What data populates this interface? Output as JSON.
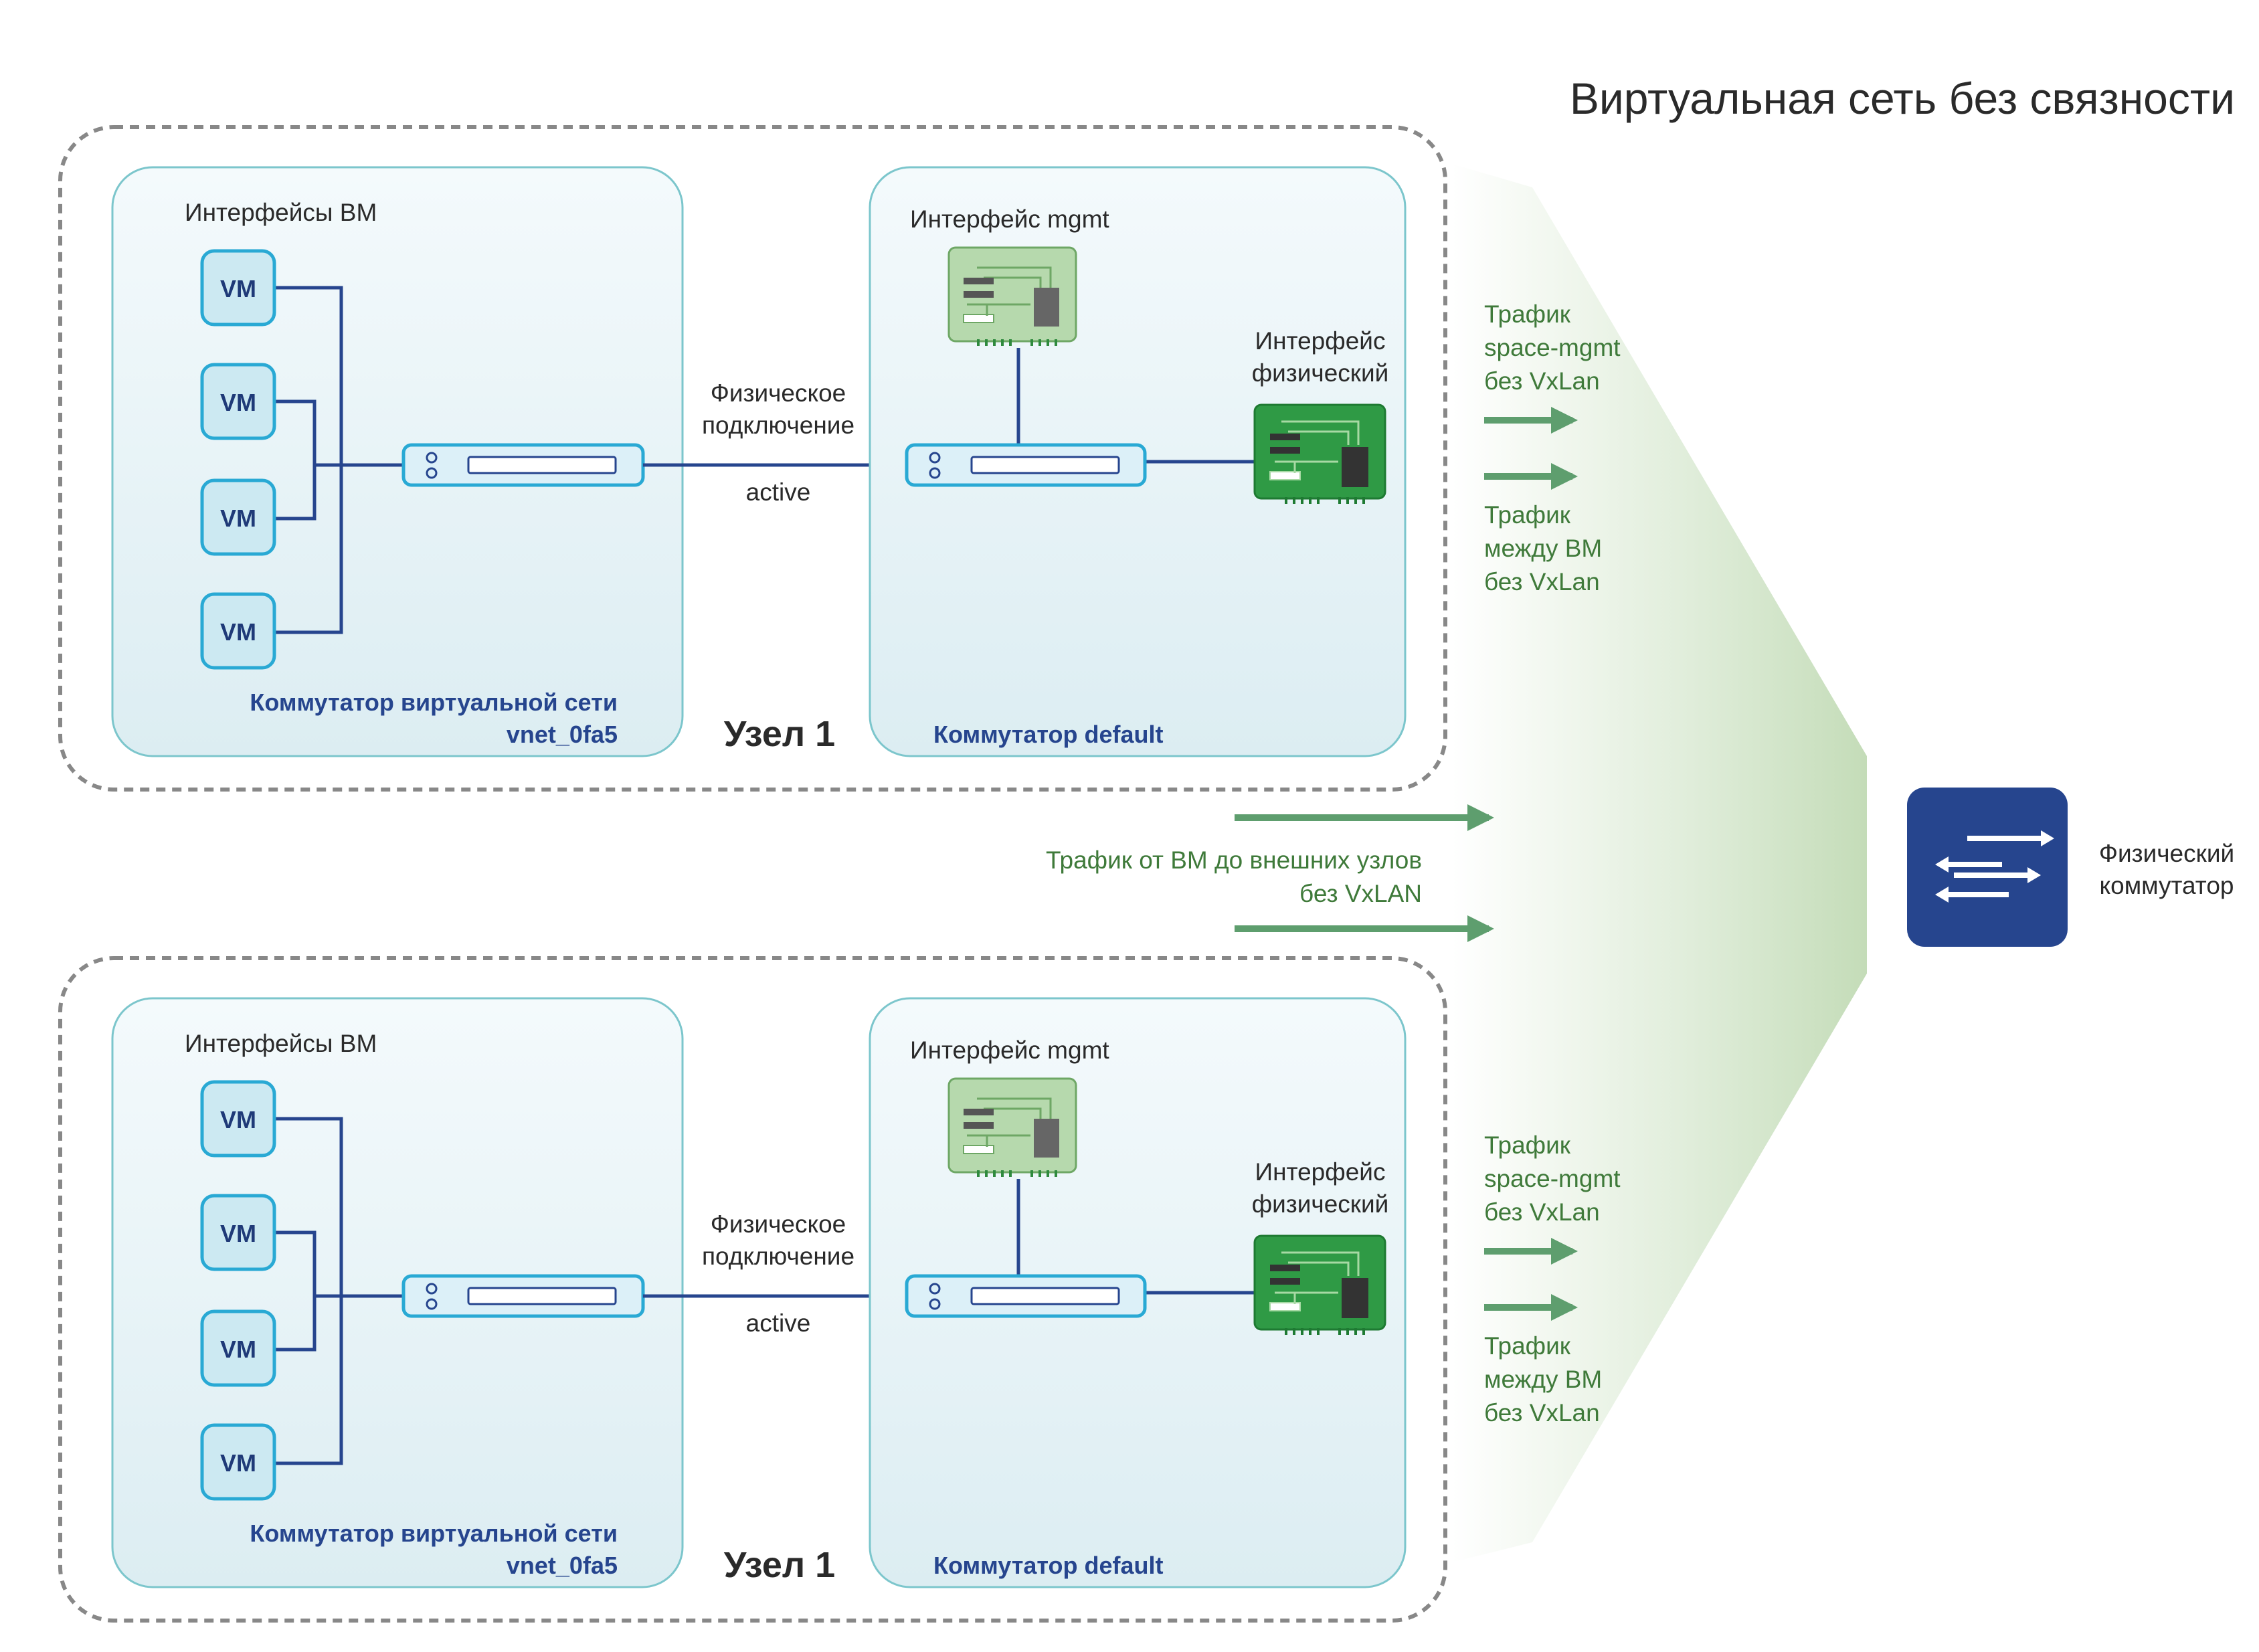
{
  "title": "Виртуальная сеть без связности",
  "nodes": [
    {
      "node_label": "Узел 1",
      "vm_group_label": "Интерфейсы ВМ",
      "vm_label": "VM",
      "vnet_switch_line1": "Коммутатор виртуальной сети",
      "vnet_switch_line2": "vnet_0fa5",
      "phys_conn_line1": "Физическое",
      "phys_conn_line2": "подключение",
      "phys_conn_state": "active",
      "mgmt_label": "Интерфейс mgmt",
      "phys_iface_line1": "Интерфейс",
      "phys_iface_line2": "физический",
      "default_switch_label": "Коммутатор default",
      "traffic_mgmt": [
        "Трафик",
        "space-mgmt",
        "без VxLan"
      ],
      "traffic_vm": [
        "Трафик",
        "между ВМ",
        "без VxLan"
      ]
    },
    {
      "node_label": "Узел 1",
      "vm_group_label": "Интерфейсы ВМ",
      "vm_label": "VM",
      "vnet_switch_line1": "Коммутатор виртуальной сети",
      "vnet_switch_line2": "vnet_0fa5",
      "phys_conn_line1": "Физическое",
      "phys_conn_line2": "подключение",
      "phys_conn_state": "active",
      "mgmt_label": "Интерфейс mgmt",
      "phys_iface_line1": "Интерфейс",
      "phys_iface_line2": "физический",
      "default_switch_label": "Коммутатор default",
      "traffic_mgmt": [
        "Трафик",
        "space-mgmt",
        "без VxLan"
      ],
      "traffic_vm": [
        "Трафик",
        "между ВМ",
        "без VxLan"
      ]
    }
  ],
  "external_traffic": [
    "Трафик от ВМ до внешних узлов",
    "без VxLAN"
  ],
  "physical_switch": [
    "Физический",
    "коммутатор"
  ],
  "colors": {
    "node_border": "#888888",
    "panel_fill": "#e3f1f5",
    "panel_border": "#7cc6cc",
    "line": "#26458e",
    "traffic_arrow": "#5e9e6e",
    "traffic_text": "#3f7a3a",
    "switch_fill": "#26458e",
    "nic_active": "#2f9a45",
    "nic_mgmt": "#b6d9ad"
  },
  "icons": [
    "vm-icon",
    "virtual-switch-icon",
    "network-card-icon",
    "physical-switch-icon",
    "arrow-right-icon"
  ]
}
